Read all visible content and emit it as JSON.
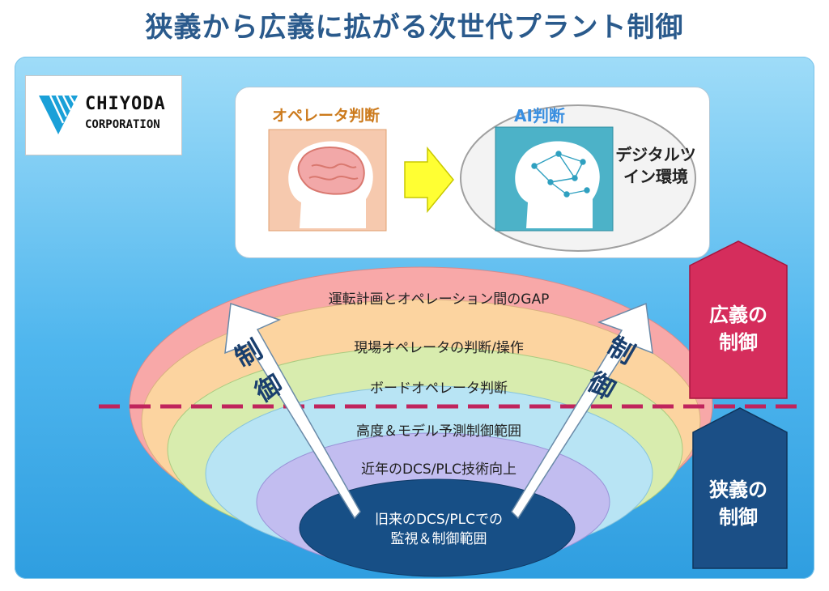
{
  "title": "狭義から広義に拡がる次世代プラント制御",
  "logo": {
    "line1": "CHIYODA",
    "line2": "CORPORATION"
  },
  "top_panel": {
    "operator_label": "オペレータ判断",
    "ai_label": "AI判断",
    "digital_twin_label": "デジタルツイン環境"
  },
  "layers": [
    {
      "text": "運転計画とオペレーション間のGAP",
      "color": "#f8a8a8"
    },
    {
      "text": "現場オペレータの判断/操作",
      "color": "#fcd4a0"
    },
    {
      "text": "ボードオペレータ判断",
      "color": "#d8ecae"
    },
    {
      "text": "高度＆モデル予測制御範囲",
      "color": "#b8e4f4"
    },
    {
      "text": "近年のDCS/PLC技術向上",
      "color": "#c2bdf0"
    },
    {
      "text": "旧来のDCS/PLCでの監視＆制御範囲",
      "color": "#174f86"
    }
  ],
  "old_lines": [
    "旧来のDCS/PLCでの",
    "監視＆制御範囲"
  ],
  "arrow_text": [
    "制",
    "御"
  ],
  "side_labels": {
    "wide": [
      "広義の",
      "制御"
    ],
    "narrow": [
      "狭義の",
      "制御"
    ]
  },
  "colors": {
    "title": "#2a5a8c",
    "wide_arrow": "#d52d5c",
    "narrow_arrow": "#1b4f86",
    "divider": "#c0245c",
    "center_arrow": "#ffff33"
  }
}
